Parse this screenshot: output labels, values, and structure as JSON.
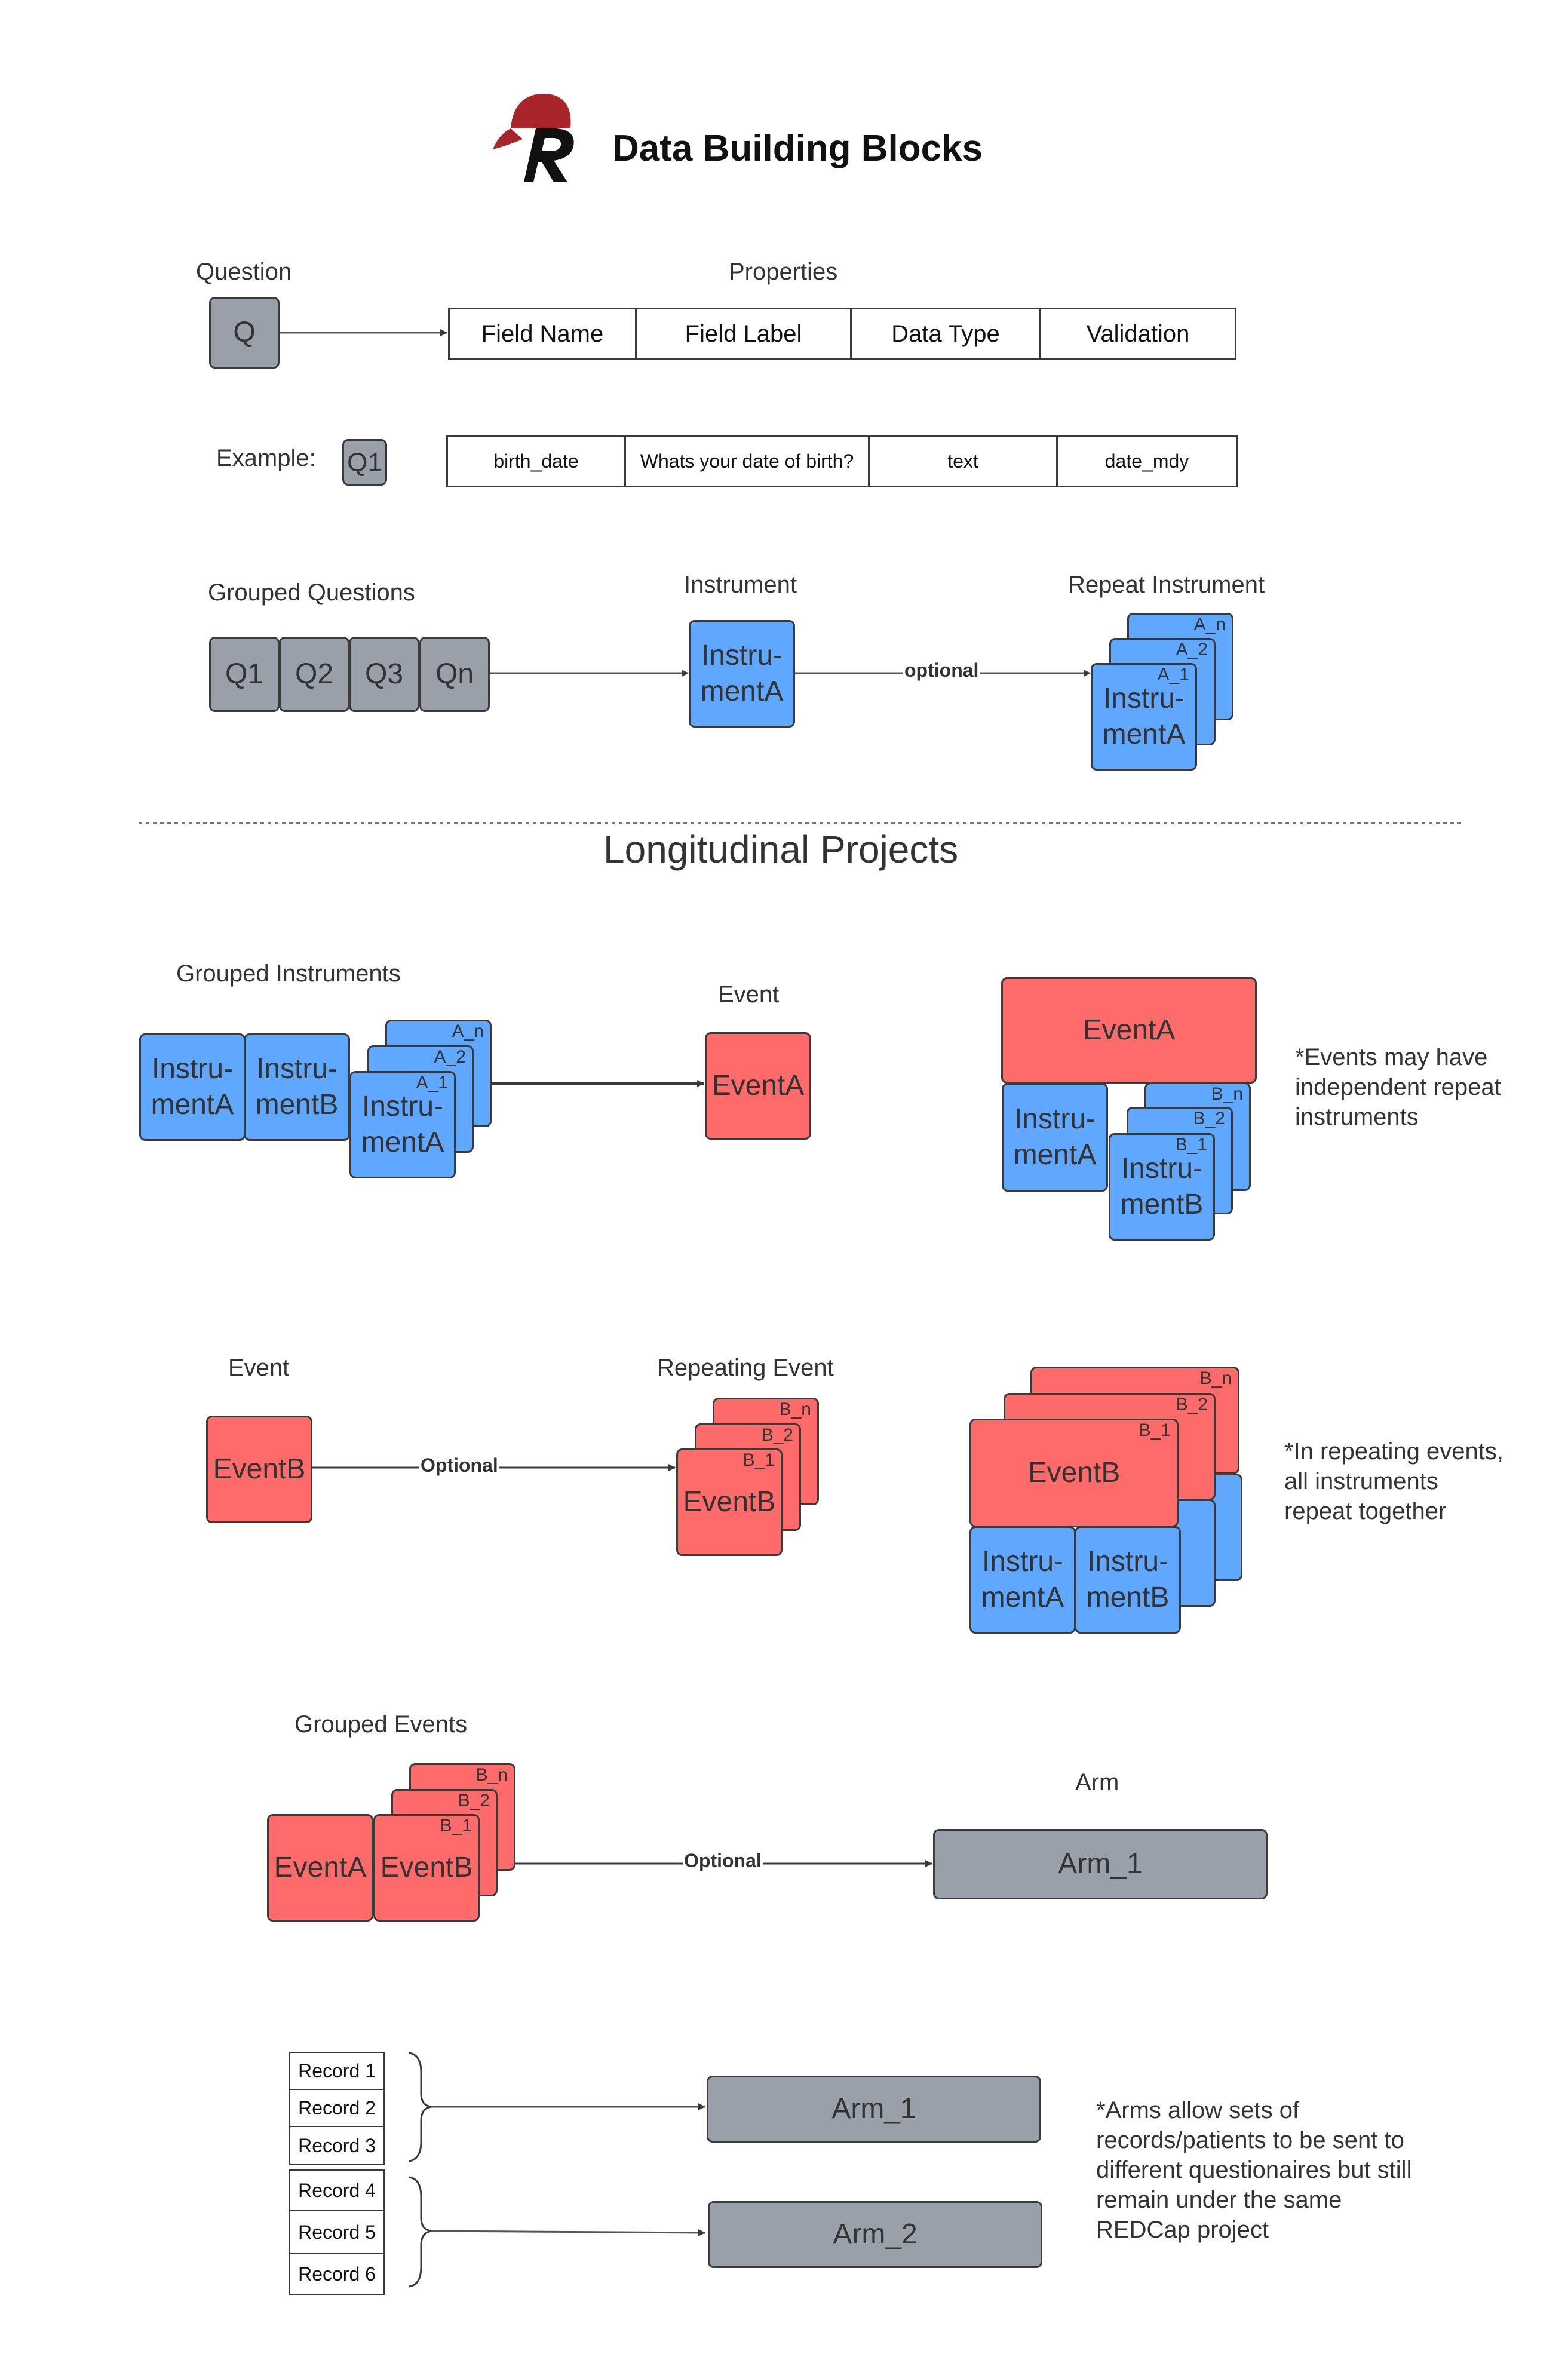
{
  "header": {
    "title": "Data Building Blocks"
  },
  "question_section": {
    "question_label": "Question",
    "question_box": "Q",
    "properties_label": "Properties",
    "properties": [
      "Field Name",
      "Field Label",
      "Data Type",
      "Validation"
    ],
    "example_label": "Example:",
    "example_box": "Q1",
    "example_values": [
      "birth_date",
      "Whats your date of birth?",
      "text",
      "date_mdy"
    ]
  },
  "grouped_questions": {
    "label": "Grouped Questions",
    "questions": [
      "Q1",
      "Q2",
      "Q3",
      "Qn"
    ],
    "instrument_label": "Instrument",
    "instrument_box": "Instru-\nmentA",
    "optional_label": "optional",
    "repeat_label": "Repeat Instrument",
    "repeat_tags": [
      "A_n",
      "A_2",
      "A_1"
    ],
    "repeat_box": "Instru-\nmentA"
  },
  "longitudinal": {
    "title": "Longitudinal Projects"
  },
  "grouped_instruments": {
    "label": "Grouped Instruments",
    "instrument_a": "Instru-\nmentA",
    "instrument_b": "Instru-\nmentB",
    "repeat_tags": [
      "A_n",
      "A_2",
      "A_1"
    ],
    "repeat_box": "Instru-\nmentA",
    "event_label": "Event",
    "event_box": "EventA",
    "example_event": "EventA",
    "example_instrument_a": "Instru-\nmentA",
    "example_repeat_tags": [
      "B_n",
      "B_2",
      "B_1"
    ],
    "example_repeat_box": "Instru-\nmentB",
    "note": "*Events may have independent repeat instruments"
  },
  "repeating_event": {
    "event_label": "Event",
    "event_box": "EventB",
    "optional_label": "Optional",
    "repeat_label": "Repeating Event",
    "repeat_tags": [
      "B_n",
      "B_2",
      "B_1"
    ],
    "repeat_box": "EventB",
    "example_tags": [
      "B_n",
      "B_2",
      "B_1"
    ],
    "example_event": "EventB",
    "example_instrument_a": "Instru-\nmentA",
    "example_instrument_b": "Instru-\nmentB",
    "note": "*In repeating events, all instruments repeat together"
  },
  "grouped_events": {
    "label": "Grouped Events",
    "event_a": "EventA",
    "event_b": "EventB",
    "repeat_tags": [
      "B_n",
      "B_2",
      "B_1"
    ],
    "optional_label": "Optional",
    "arm_label": "Arm",
    "arm_box": "Arm_1"
  },
  "arms": {
    "records": [
      "Record 1",
      "Record 2",
      "Record 3",
      "Record 4",
      "Record 5",
      "Record 6"
    ],
    "arm_1": "Arm_1",
    "arm_2": "Arm_2",
    "note": "*Arms allow sets of records/patients to be sent to different questionaires but still remain under the same REDCap project"
  }
}
